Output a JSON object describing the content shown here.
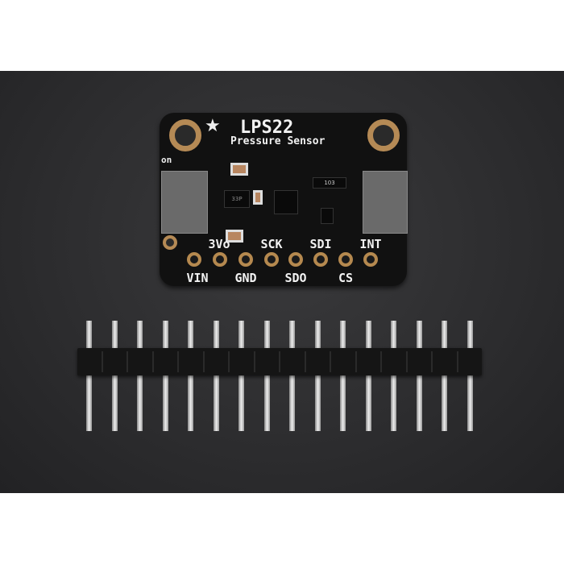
{
  "board": {
    "title": "LPS22",
    "subtitle": "Pressure Sensor",
    "on_label": "on",
    "top_pin_labels": [
      "3Vo",
      "SCK",
      "SDI",
      "INT"
    ],
    "bottom_pin_labels": [
      "VIN",
      "GND",
      "SDO",
      "CS"
    ],
    "component_marks": [
      "103",
      "33P"
    ]
  },
  "header": {
    "pin_count": 16
  },
  "colors": {
    "pcb": "#111111",
    "gold": "#b5894f",
    "background": "#2c2c2e"
  }
}
